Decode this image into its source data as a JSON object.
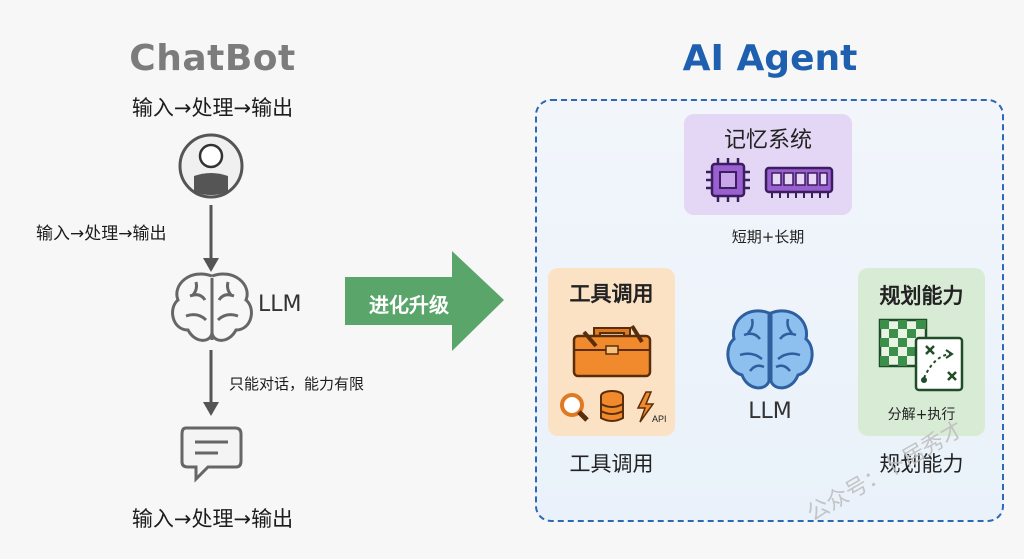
{
  "left": {
    "title": "ChatBot",
    "subtitle": "输入→处理→输出",
    "side_label": "输入→处理→输出",
    "llm_label": "LLM",
    "limit_label": "只能对话，能力有限",
    "bottom_label": "输入→处理→输出"
  },
  "arrow": {
    "label": "进化升级"
  },
  "right": {
    "title": "AI Agent",
    "memory": {
      "title": "记忆系统",
      "caption": "短期+长期"
    },
    "tools": {
      "title": "工具调用",
      "caption": "工具调用",
      "api_label": "API"
    },
    "planning": {
      "title": "规划能力",
      "inner_caption": "分解+执行",
      "caption": "规划能力"
    },
    "llm_label": "LLM"
  },
  "watermark": "公众号：卜居秀才",
  "colors": {
    "agent_blue": "#1f5fb0",
    "green_arrow": "#5aa56a",
    "memory_purple": "#8c4fc2",
    "tools_orange": "#e07a22",
    "planning_green": "#3b8f4a",
    "brain_blue": "#5b97d8"
  }
}
